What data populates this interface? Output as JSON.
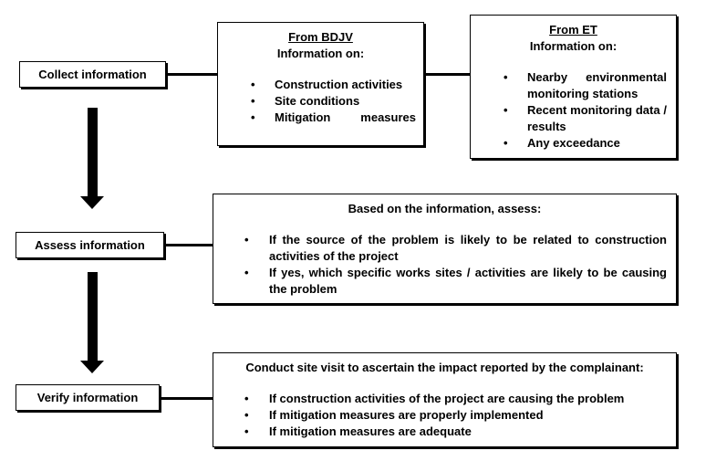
{
  "steps": {
    "collect": "Collect information",
    "assess": "Assess information",
    "verify": "Verify information"
  },
  "bdjv": {
    "source": "From BDJV",
    "subtitle": "Information on:",
    "items": [
      "Construction activities",
      "Site conditions",
      "Mitigation measures"
    ]
  },
  "et": {
    "source": "From ET",
    "subtitle": "Information on:",
    "items": [
      "Nearby environmental monitoring stations",
      "Recent monitoring data / results",
      "Any exceedance"
    ]
  },
  "assess_panel": {
    "heading": "Based on the information, assess:",
    "items": [
      "If the source of the problem is likely to be related to construction activities of the project",
      "If yes, which specific works sites / activities are likely to be causing the problem"
    ]
  },
  "verify_panel": {
    "heading": "Conduct site visit to ascertain the impact reported by the complainant:",
    "items": [
      "If construction activities of the project are causing the problem",
      "If mitigation measures are properly implemented",
      "If mitigation measures are adequate"
    ]
  },
  "bullet": "•"
}
